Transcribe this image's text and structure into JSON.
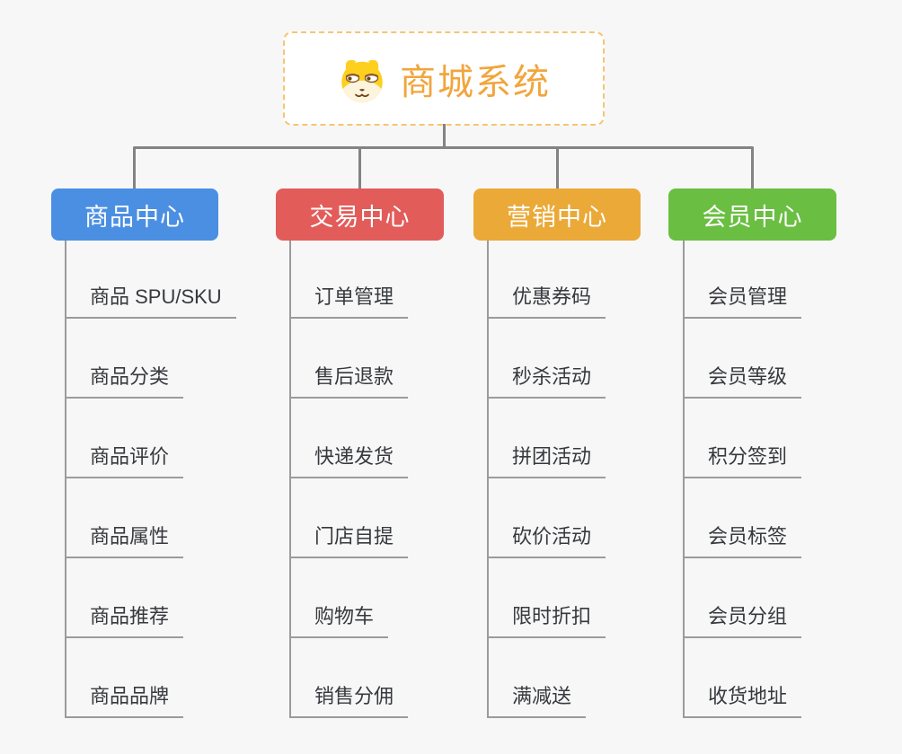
{
  "page": {
    "background_color": "#f7f7f7",
    "connector_color": "#838383",
    "leaf_text_color": "#37393d",
    "leaf_line_color": "#9b9b9b"
  },
  "root": {
    "label": "商城系统",
    "icon": "doge-icon",
    "text_color": "#f2a53c",
    "border_color": "#f6c571",
    "background_color": "#ffffff"
  },
  "branches": [
    {
      "label": "商品中心",
      "color": "#4b8fe3",
      "children": [
        "商品 SPU/SKU",
        "商品分类",
        "商品评价",
        "商品属性",
        "商品推荐",
        "商品品牌"
      ]
    },
    {
      "label": "交易中心",
      "color": "#e25c5a",
      "children": [
        "订单管理",
        "售后退款",
        "快递发货",
        "门店自提",
        "购物车",
        "销售分佣"
      ]
    },
    {
      "label": "营销中心",
      "color": "#eba938",
      "children": [
        "优惠券码",
        "秒杀活动",
        "拼团活动",
        "砍价活动",
        "限时折扣",
        "满减送"
      ]
    },
    {
      "label": "会员中心",
      "color": "#6abe42",
      "children": [
        "会员管理",
        "会员等级",
        "积分签到",
        "会员标签",
        "会员分组",
        "收货地址"
      ]
    }
  ]
}
